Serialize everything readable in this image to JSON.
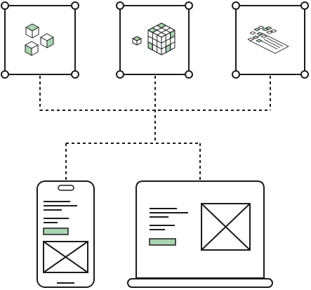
{
  "colors": {
    "stroke": "#1b1b1b",
    "accent": "#a9d4b0",
    "background": "#ffffff"
  },
  "modules": [
    {
      "name": "module-box-cubes",
      "icon": "small-cubes-icon"
    },
    {
      "name": "module-box-rubik",
      "icon": "cube-grid-icon"
    },
    {
      "name": "module-box-layers",
      "icon": "isometric-layers-icon"
    }
  ],
  "devices": [
    {
      "name": "phone-device",
      "icon": "mobile-phone-icon"
    },
    {
      "name": "laptop-device",
      "icon": "laptop-icon"
    }
  ]
}
